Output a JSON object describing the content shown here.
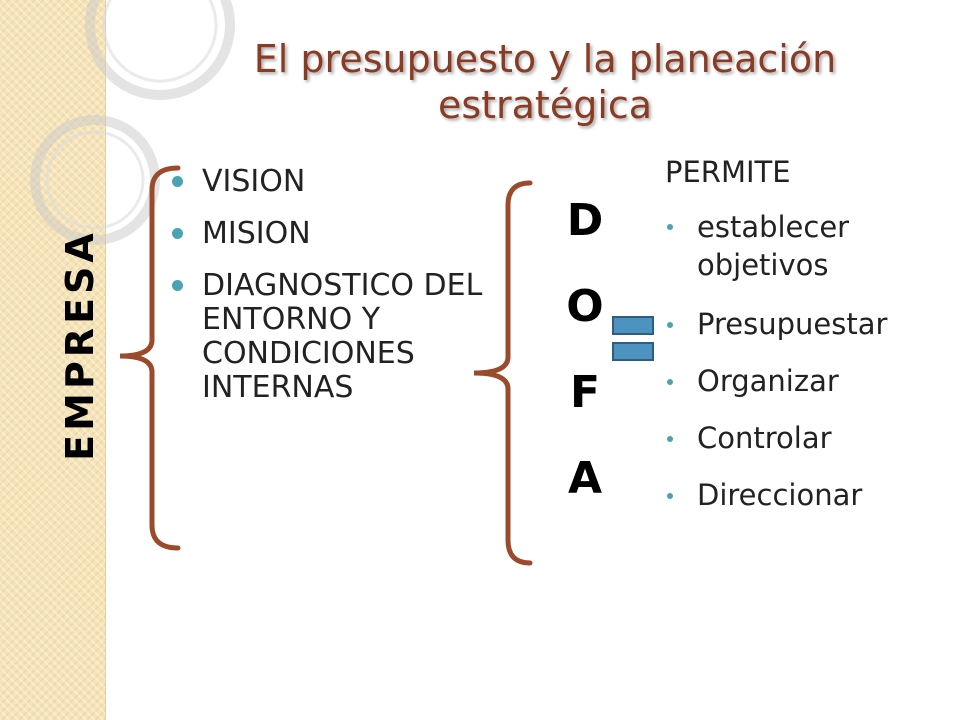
{
  "slide": {
    "title_line1": "El presupuesto y la planeación",
    "title_line2": "estratégica",
    "side_label": "EMPRESA",
    "left_items": [
      "VISION",
      "MISION",
      "DIAGNOSTICO DEL ENTORNO Y CONDICIONES INTERNAS"
    ],
    "dofa_letters": [
      "D",
      "O",
      "F",
      "A"
    ],
    "right_heading": "PERMITE",
    "right_items": [
      " establecer objetivos",
      "Presupuestar",
      "Organizar",
      "Controlar",
      "Direccionar"
    ]
  },
  "colors": {
    "title": "#8a3b24",
    "brace": "#9b4a2c",
    "bullet": "#4aa3b2",
    "equals": "#4d93bf",
    "strip": "#f6e4b8"
  }
}
